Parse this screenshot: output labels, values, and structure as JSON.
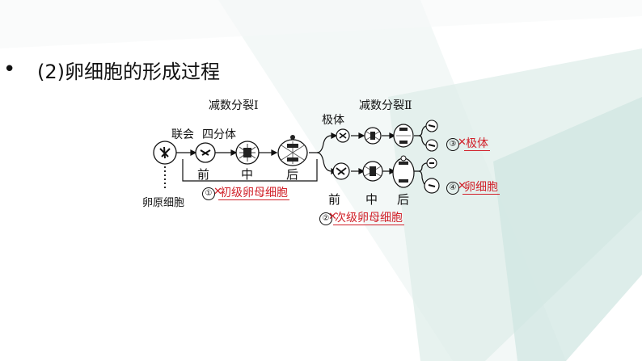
{
  "bullet": {
    "symbol": "•",
    "text": "(2)卵细胞的形成过程"
  },
  "diagram": {
    "header_meiosis1": "减数分裂Ⅰ",
    "header_meiosis2": "减数分裂Ⅱ",
    "label_synapsis": "联会",
    "label_tetrad": "四分体",
    "label_polar_body": "极体",
    "label_oogonium": "卵原细胞",
    "stages_top": [
      "前",
      "中",
      "后"
    ],
    "stages_bottom": [
      "前",
      "中",
      "后"
    ],
    "answers": [
      {
        "num": "①",
        "text": "初级卵母细胞"
      },
      {
        "num": "②",
        "text": "次级卵母细胞"
      },
      {
        "num": "③",
        "text": "极体"
      },
      {
        "num": "④",
        "text": "卵细胞"
      }
    ]
  },
  "colors": {
    "answer_red": "#d1212a",
    "bg_teal": "#d6ece8"
  }
}
